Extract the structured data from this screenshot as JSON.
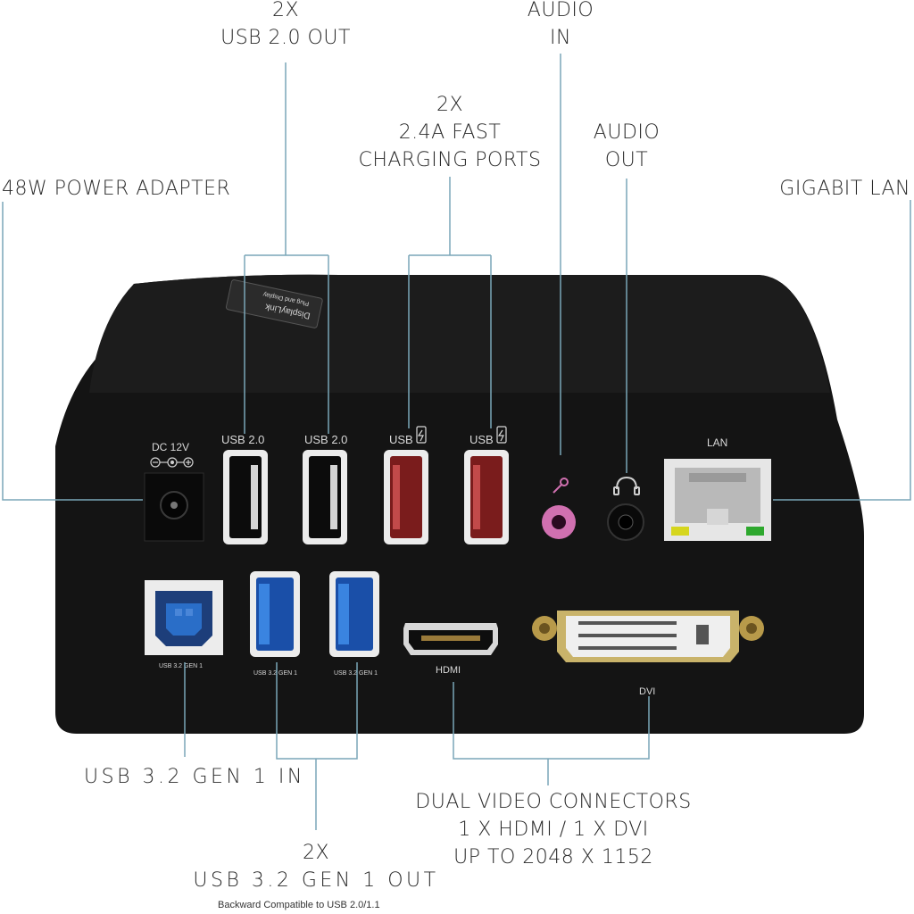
{
  "callouts": {
    "usb2_out": [
      "2X",
      "USB 2.0 OUT"
    ],
    "audio_in": [
      "AUDIO",
      "IN"
    ],
    "fast_charge": [
      "2X",
      "2.4A FAST",
      "CHARGING PORTS"
    ],
    "audio_out": [
      "AUDIO",
      "OUT"
    ],
    "power": "48W POWER ADAPTER",
    "lan": "GIGABIT LAN",
    "usb3_in": "USB 3.2 GEN 1 IN",
    "usb3_out": [
      "2X",
      "USB 3.2 GEN 1 OUT"
    ],
    "backward_note": "Backward Compatible to USB 2.0/1.1",
    "video": [
      "DUAL VIDEO CONNECTORS",
      "1 X HDMI / 1 X DVI",
      "UP TO 2048 X 1152"
    ]
  },
  "device": {
    "badge_lines": [
      "DisplayLink",
      "Plug and Display"
    ],
    "port_labels": {
      "dc": "DC 12V",
      "usb2_a": "USB 2.0",
      "usb2_b": "USB 2.0",
      "charge_a": "USB",
      "charge_b": "USB",
      "lan": "LAN",
      "usb3_in": "USB 3.2 GEN 1",
      "usb3_out_a": "USB 3.2 GEN 1",
      "usb3_out_b": "USB 3.2 GEN 1",
      "hdmi": "HDMI",
      "dvi": "DVI"
    }
  },
  "colors": {
    "leader": "#7aa6b8",
    "body": "#141414",
    "usb2": "#0c0c0c",
    "charge": "#7a1c1c",
    "usb3": "#2260c0",
    "mic_jack": "#d070b0",
    "lan_led_left": "#d6d61e",
    "lan_led_right": "#2ea82e"
  },
  "icons": [
    "microphone-icon",
    "headphones-icon",
    "battery-charge-icon",
    "dc-polarity-icon"
  ]
}
